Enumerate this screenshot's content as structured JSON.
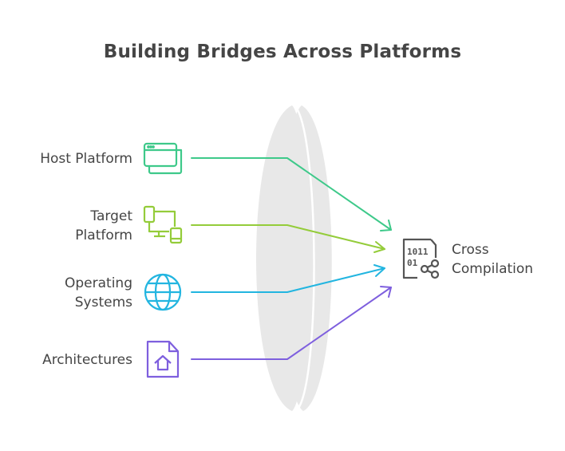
{
  "title": "Building Bridges Across Platforms",
  "sources": [
    {
      "label_lines": [
        "Host Platform"
      ],
      "icon": "browser-windows-icon",
      "color": "#3ec98a"
    },
    {
      "label_lines": [
        "Target",
        "Platform"
      ],
      "icon": "multi-device-icon",
      "color": "#94cc3a"
    },
    {
      "label_lines": [
        "Operating",
        "Systems"
      ],
      "icon": "globe-icon",
      "color": "#22b5e0"
    },
    {
      "label_lines": [
        "Architectures"
      ],
      "icon": "file-home-icon",
      "color": "#7e5fde"
    }
  ],
  "target": {
    "label_lines": [
      "Cross",
      "Compilation"
    ],
    "icon": "binary-share-icon",
    "icon_text": [
      "1011",
      "01"
    ],
    "color": "#555555"
  },
  "lens_color": "#e8e8e8"
}
